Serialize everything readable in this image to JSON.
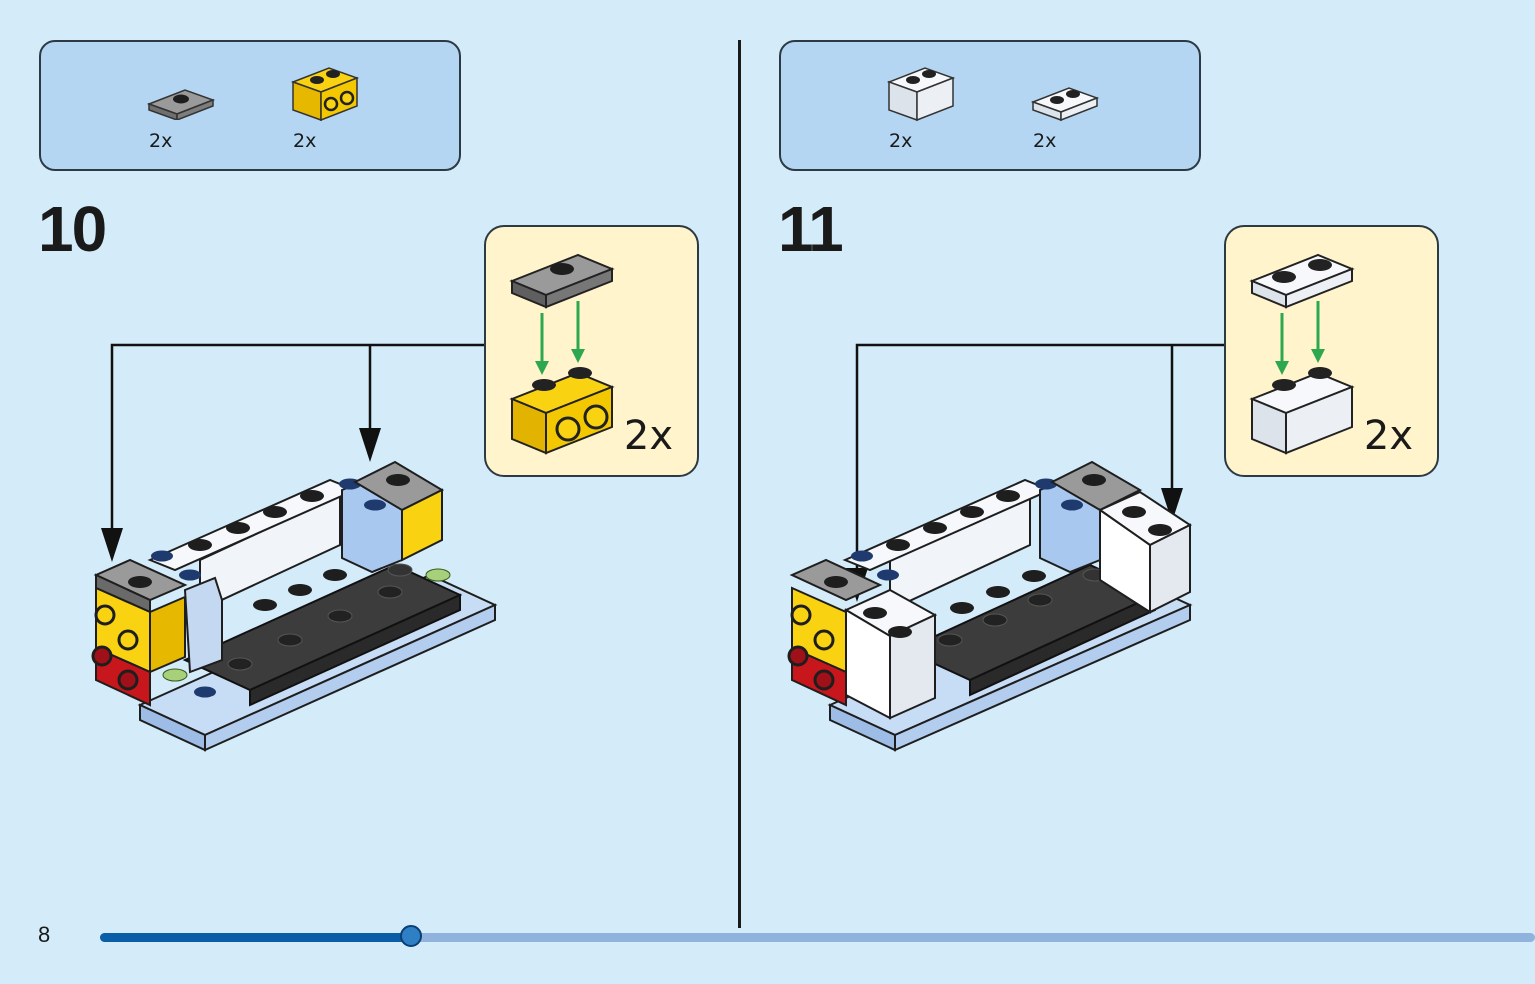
{
  "page_number": "8",
  "progress": {
    "fraction": 0.217
  },
  "steps": [
    {
      "number": "10",
      "parts": [
        {
          "name": "dark-gray-plate-1x2-jumper",
          "color": "#8a8a8a",
          "qty": "2x"
        },
        {
          "name": "yellow-brick-1x2-side-studs",
          "color": "#f9d312",
          "qty": "2x"
        }
      ],
      "callout_qty": "2x"
    },
    {
      "number": "11",
      "parts": [
        {
          "name": "white-brick-1x2",
          "color": "#f4f6f8",
          "qty": "2x"
        },
        {
          "name": "white-plate-1x2",
          "color": "#f4f6f8",
          "qty": "2x"
        }
      ],
      "callout_qty": "2x"
    }
  ],
  "colors": {
    "background": "#d4ebf9",
    "parts_box": "#b4d6f2",
    "callout": "#fff4cc",
    "arrow_green": "#2ea84f",
    "light_blue_brick": "#a9c8ef",
    "dark_gray": "#3a3a3a",
    "yellow": "#f9d312",
    "red": "#c8161d"
  }
}
